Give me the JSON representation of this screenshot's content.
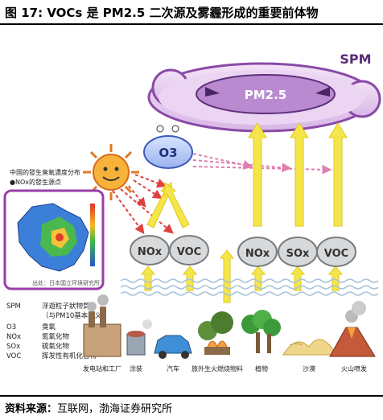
{
  "title": "图 17: VOCs 是 PM2.5 二次源及雾霾形成的重要前体物",
  "source_label": "资料来源：",
  "source_text": "互联网，渤海证券研究所",
  "diagram": {
    "spm_label": "SPM",
    "pm25_label": "PM2.5",
    "o3_label": "O3",
    "pollutants": [
      "NOx",
      "VOC",
      "NOx",
      "SOx",
      "VOC"
    ],
    "map_title_line1": "中国的發生臭氧濃度分布",
    "map_title_line2": "●NOx的發生源点",
    "map_caption": "出处：日本国立环境研究所",
    "legend": [
      {
        "key": "SPM",
        "desc": "浮遊粒子狀物質"
      },
      {
        "key": "",
        "desc": "（与PM10基本相义）"
      },
      {
        "key": "O3",
        "desc": "臭氧"
      },
      {
        "key": "NOx",
        "desc": "氮氧化物"
      },
      {
        "key": "SOx",
        "desc": "硫氧化物"
      },
      {
        "key": "VOC",
        "desc": "挥发性有机化合物"
      }
    ],
    "sources": [
      "发电站和工厂",
      "涂装",
      "汽车",
      "旅外生火燃烧物料",
      "植物",
      "沙漠",
      "火山喷发"
    ]
  }
}
